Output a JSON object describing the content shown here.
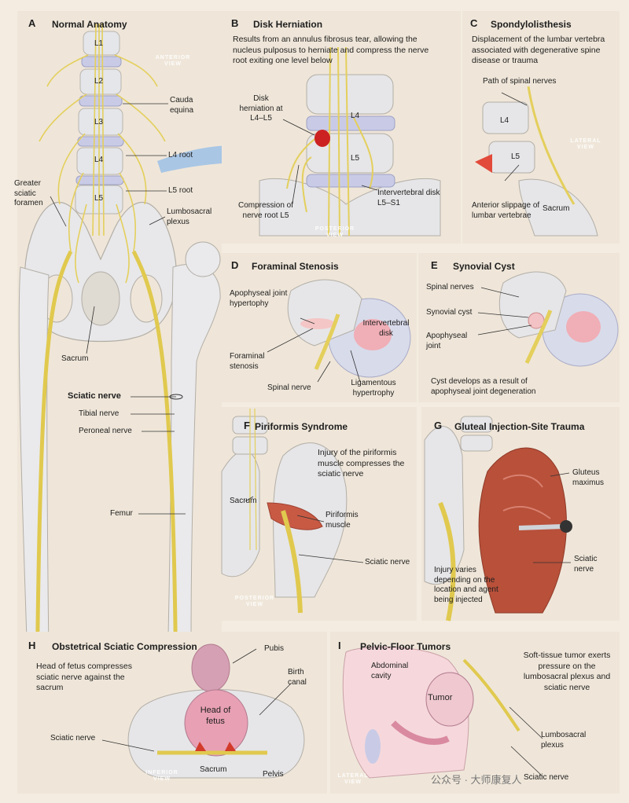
{
  "panels": {
    "A": {
      "letter": "A",
      "title": "Normal Anatomy",
      "labels": {
        "l1": "L1",
        "l2": "L2",
        "l3": "L3",
        "l4": "L4",
        "l5": "L5",
        "cauda": "Cauda equina",
        "l4root": "L4 root",
        "l5root": "L5 root",
        "greater": "Greater sciatic foramen",
        "lumbosacral": "Lumbosacral plexus",
        "sacrum": "Sacrum",
        "sciatic": "Sciatic nerve",
        "tibial": "Tibial nerve",
        "peroneal": "Peroneal nerve",
        "femur": "Femur"
      },
      "view": "ANTERIOR VIEW"
    },
    "B": {
      "letter": "B",
      "title": "Disk Herniation",
      "desc": "Results from an annulus fibrosus tear, allowing the nucleus pulposus to herniate and compress the nerve root exiting one level below",
      "labels": {
        "herniation": "Disk herniation at L4–L5",
        "l4": "L4",
        "l5": "L5",
        "compression": "Compression of nerve root L5",
        "intervertebral": "Intervertebral disk L5–S1"
      },
      "view": "POSTERIOR VIEW"
    },
    "C": {
      "letter": "C",
      "title": "Spondylolisthesis",
      "desc": "Displacement of the lumbar vertebra associated with degenerative spine disease or trauma",
      "labels": {
        "path": "Path of spinal nerves",
        "l4": "L4",
        "l5": "L5",
        "anterior": "Anterior slippage of lumbar vertebrae",
        "sacrum": "Sacrum"
      },
      "view": "LATERAL VIEW"
    },
    "D": {
      "letter": "D",
      "title": "Foraminal Stenosis",
      "labels": {
        "apophyseal": "Apophyseal joint hypertophy",
        "intervertebral": "Intervertebral disk",
        "foraminal": "Foraminal stenosis",
        "spinal": "Spinal nerve",
        "ligamentous": "Ligamentous hypertrophy"
      }
    },
    "E": {
      "letter": "E",
      "title": "Synovial Cyst",
      "labels": {
        "spinal": "Spinal nerves",
        "synovial": "Synovial cyst",
        "apophyseal": "Apophyseal joint",
        "cyst_desc": "Cyst develops as a result of apophyseal joint degeneration"
      }
    },
    "F": {
      "letter": "F",
      "title": "Piriformis Syndrome",
      "desc": "Injury of the piriformis muscle compresses the sciatic nerve",
      "labels": {
        "sacrum": "Sacrum",
        "piriformis": "Piriformis muscle",
        "sciatic": "Sciatic nerve"
      },
      "view": "POSTERIOR VIEW"
    },
    "G": {
      "letter": "G",
      "title": "Gluteal Injection-Site Trauma",
      "labels": {
        "gluteus": "Gluteus maximus",
        "sciatic": "Sciatic nerve",
        "injury": "Injury varies depending on the location and agent being injected"
      }
    },
    "H": {
      "letter": "H",
      "title": "Obstetrical Sciatic Compression",
      "desc": "Head of fetus compresses sciatic nerve against the sacrum",
      "labels": {
        "pubis": "Pubis",
        "birth": "Birth canal",
        "head": "Head of fetus",
        "sciatic": "Sciatic nerve",
        "sacrum": "Sacrum",
        "pelvis": "Pelvis"
      },
      "view": "INFERIOR VIEW"
    },
    "I": {
      "letter": "I",
      "title": "Pelvic-Floor Tumors",
      "desc": "Soft-tissue tumor exerts pressure on the lumbosacral plexus and sciatic nerve",
      "labels": {
        "abdominal": "Abdominal cavity",
        "tumor": "Tumor",
        "lumbosacral": "Lumbosacral plexus",
        "sciatic": "Sciatic nerve"
      },
      "view": "LATERAL VIEW"
    }
  },
  "watermark": "公众号 · 大师康复人",
  "colors": {
    "bg": "#efe6d9",
    "nerve": "#e9d66b",
    "bone": "#e4e6ea",
    "disk": "#c9cbe6",
    "muscle": "#b8503a",
    "herniation": "#cc2222",
    "arrow": "#9cc0e6"
  }
}
